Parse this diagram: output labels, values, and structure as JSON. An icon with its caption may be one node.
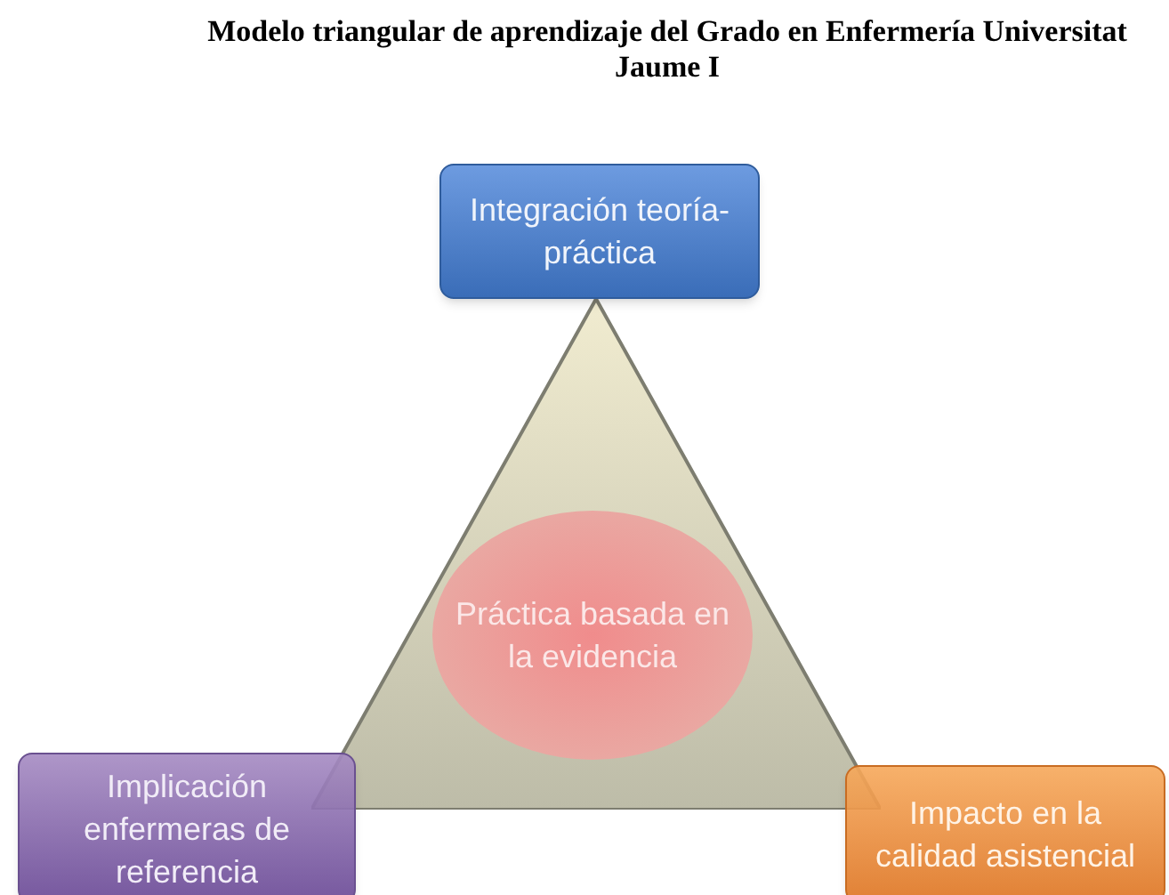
{
  "diagram": {
    "title": "Modelo triangular de aprendizaje del Grado en Enfermería Universitat Jaume I",
    "nodes": [
      {
        "text": [
          "Integración teoría-práctica"
        ]
      },
      {
        "text": [],
        "shape": "triangle"
      },
      {
        "text": [
          "Práctica basada en la evidencia"
        ],
        "in": 1
      },
      {
        "text": [
          "Implicación enfermeras de referencia"
        ]
      },
      {
        "text": [
          "Impacto en la calidad asistencial"
        ]
      }
    ]
  }
}
